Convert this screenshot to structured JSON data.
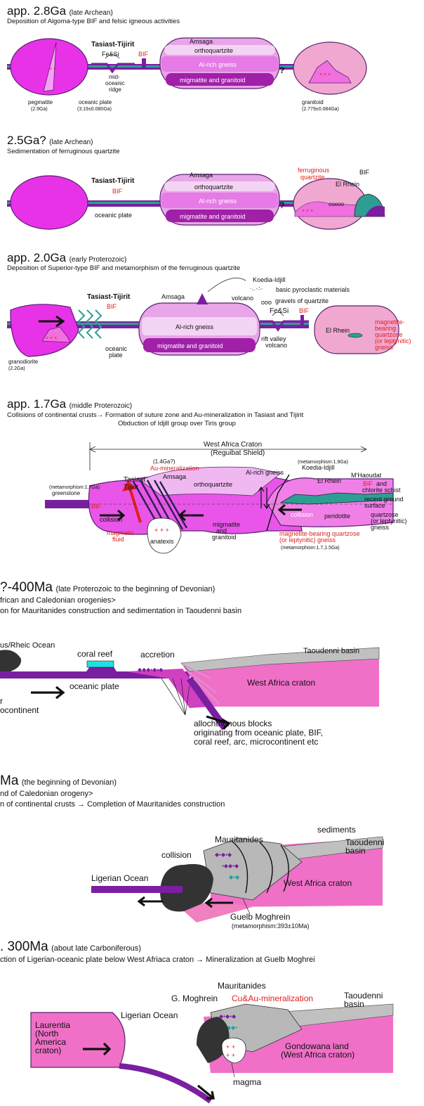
{
  "panels": [
    {
      "age": "app. 2.8Ga",
      "era": "(late Archean)",
      "desc": [
        "Deposition of Algoma-type BIF and felsic igneous activities"
      ],
      "labels": {
        "tasiast": "Tasiast-Tijirit",
        "fesi": "Fe&Si",
        "bif": "BIF",
        "amsaga": "Amsaga",
        "orthoquartzite": "orthoquartzite",
        "al_gneiss": "Al-rich gneiss",
        "migmatite": "migmatite and granitoid",
        "question": "?",
        "ridge": "mid-\noceanic\nridge",
        "pegmatite": "pegmatite",
        "pegmatite_age": "(2.9Ga)",
        "oceanic_plate": "oceanic plate",
        "oceanic_age": "(3.19±0.080Ga)",
        "granitoid": "granitoid",
        "granitoid_age": "(2.779±0.084Ga)"
      }
    },
    {
      "age": "2.5Ga?",
      "era": "(late Archean)",
      "desc": [
        "Sedimentation of ferruginous quartzite"
      ],
      "labels": {
        "tasiast": "Tasiast-Tijirit",
        "bif": "BIF",
        "oceanic_plate": "oceanic plate",
        "amsaga": "Amsaga",
        "orthoquartzite": "orthoquartzite",
        "al_gneiss": "Al-rich gneiss",
        "migmatite": "migmatite and granitoid",
        "question": "?",
        "ferruginous": "ferruginous\nquartzite",
        "elrhein": "El Rhein",
        "bif2": "BIF"
      }
    },
    {
      "age": "app. 2.0Ga",
      "era": "(early Proterozoic)",
      "desc": [
        "Deposition of Superior-type BIF and metamorphism of the ferruginous quartzite"
      ],
      "labels": {
        "volcano": "volcano",
        "koedia": "Koedia-Idjill",
        "basic": "basic pyroclastic materials",
        "gravels": "gravels of quartzite",
        "tasiast": "Tasiast-Tijirit",
        "amsaga": "Amsaga",
        "bif": "BIF",
        "al_gneiss": "Al-rich gneiss",
        "migmatite": "migmatite and granitoid",
        "fesi": "Fe&Si",
        "bif2": "BIF",
        "elrhein": "El Rhein",
        "magnetite": "magnetite-\nbearing\nquartzose\n(or leptynitic)\ngneiss",
        "granodiorite": "granodiorite",
        "granodiorite_age": "(2.2Ga)",
        "oceanic_plate": "oceanic\nplate",
        "rift": "rift valley\nvolcano"
      }
    },
    {
      "age": "app. 1.7Ga",
      "era": "(middle Proterozoic)",
      "desc": [
        "Collisions of continental crusts→ Formation of suture zone and Au-mineralization in Tasiast and Tijirit",
        "Obduction of Idjill group over Tiris group"
      ],
      "labels": {
        "craton": "West Africa Craton",
        "shield": "(Reguibat Shield)",
        "au_age": "(1.4Ga?)",
        "au_min": "Au-mineralization",
        "amsaga": "Amsaga",
        "tasiast": "Tasiast\nTijirit",
        "meta17": "(metamorphism:1.7Ga)",
        "greenstone": "greenstone",
        "bif": "BIF",
        "collision": "collision",
        "magmatic": "magmatic\nfluid",
        "anatexis": "anatexis",
        "orthoquartzite": "orthoquartzite",
        "al_gneiss": "Al-rich gneiss",
        "meta19": "(metamorphism:1.9Ga)",
        "koedia": "Koedia-Idjill",
        "elrhein": "El Rhein",
        "mhaoudat": "M'Haoudat",
        "bif2": "BIF",
        "chlorite": "and\nchlorite schist",
        "recent": "recent ground\nsurface",
        "collision2": "collision",
        "peridotite": "peridotite",
        "quartzose": "quartzose\n(or leptynitic)\ngneiss",
        "migmatite": "migmatite\nand\ngranitoid",
        "magnetite": "magnetite-bearing quartzose\n(or leptynitic) gneiss",
        "meta_last": "(metamorphism:1.7,1.5Ga)"
      }
    },
    {
      "age": "?-400Ma",
      "era": "(late Proterozoic to the beginning of Devonian)",
      "desc": [
        "frican and Caledonian orogenies>",
        "on for Mauritanides construction and sedimentation in Taoudenni basin"
      ],
      "labels": {
        "ocean": "us/Rheic Ocean",
        "coral": "coral reef",
        "accretion": "accretion",
        "taoudenni": "Taoudenni basin",
        "oceanic_plate": "oceanic plate",
        "craton": "West Africa craton",
        "micro": "r\nocontinent",
        "allochthonous": "allochthonous blocks\noriginating from oceanic plate, BIF,\ncoral reef, arc, microcontinent etc"
      }
    },
    {
      "age": "Ma",
      "era": "(the beginning of Devonian)",
      "desc": [
        "nd of Caledonian orogeny>",
        "n of continental crusts → Completion of Mauritanides construction"
      ],
      "labels": {
        "sediments": "sediments",
        "mauritanides": "Mauritanides",
        "taoudenni": "Taoudenni\nbasin",
        "collision": "collision",
        "ligerian": "Ligerian Ocean",
        "craton": "West Africa craton",
        "guelb": "Guelb Moghrein",
        "meta": "(metamorphism:393±10Ma)"
      }
    },
    {
      "age": ". 300Ma",
      "era": "(about late Carboniferous)",
      "desc": [
        "ction of Ligerian-oceanic plate below West Afriaca craton → Mineralization at Guelb Moghrei"
      ],
      "labels": {
        "mauritanides": "Mauritanides",
        "gmoghrein": "G. Moghrein",
        "cuau": "Cu&Au-mineralization",
        "taoudenni": "Taoudenni\nbasin",
        "laurentia": "Laurentia\n(North\nAmerica\ncraton)",
        "ligerian": "Ligerian Ocean",
        "gondowana": "Gondowana land\n(West Africa craton)",
        "magma": "magma"
      }
    }
  ]
}
